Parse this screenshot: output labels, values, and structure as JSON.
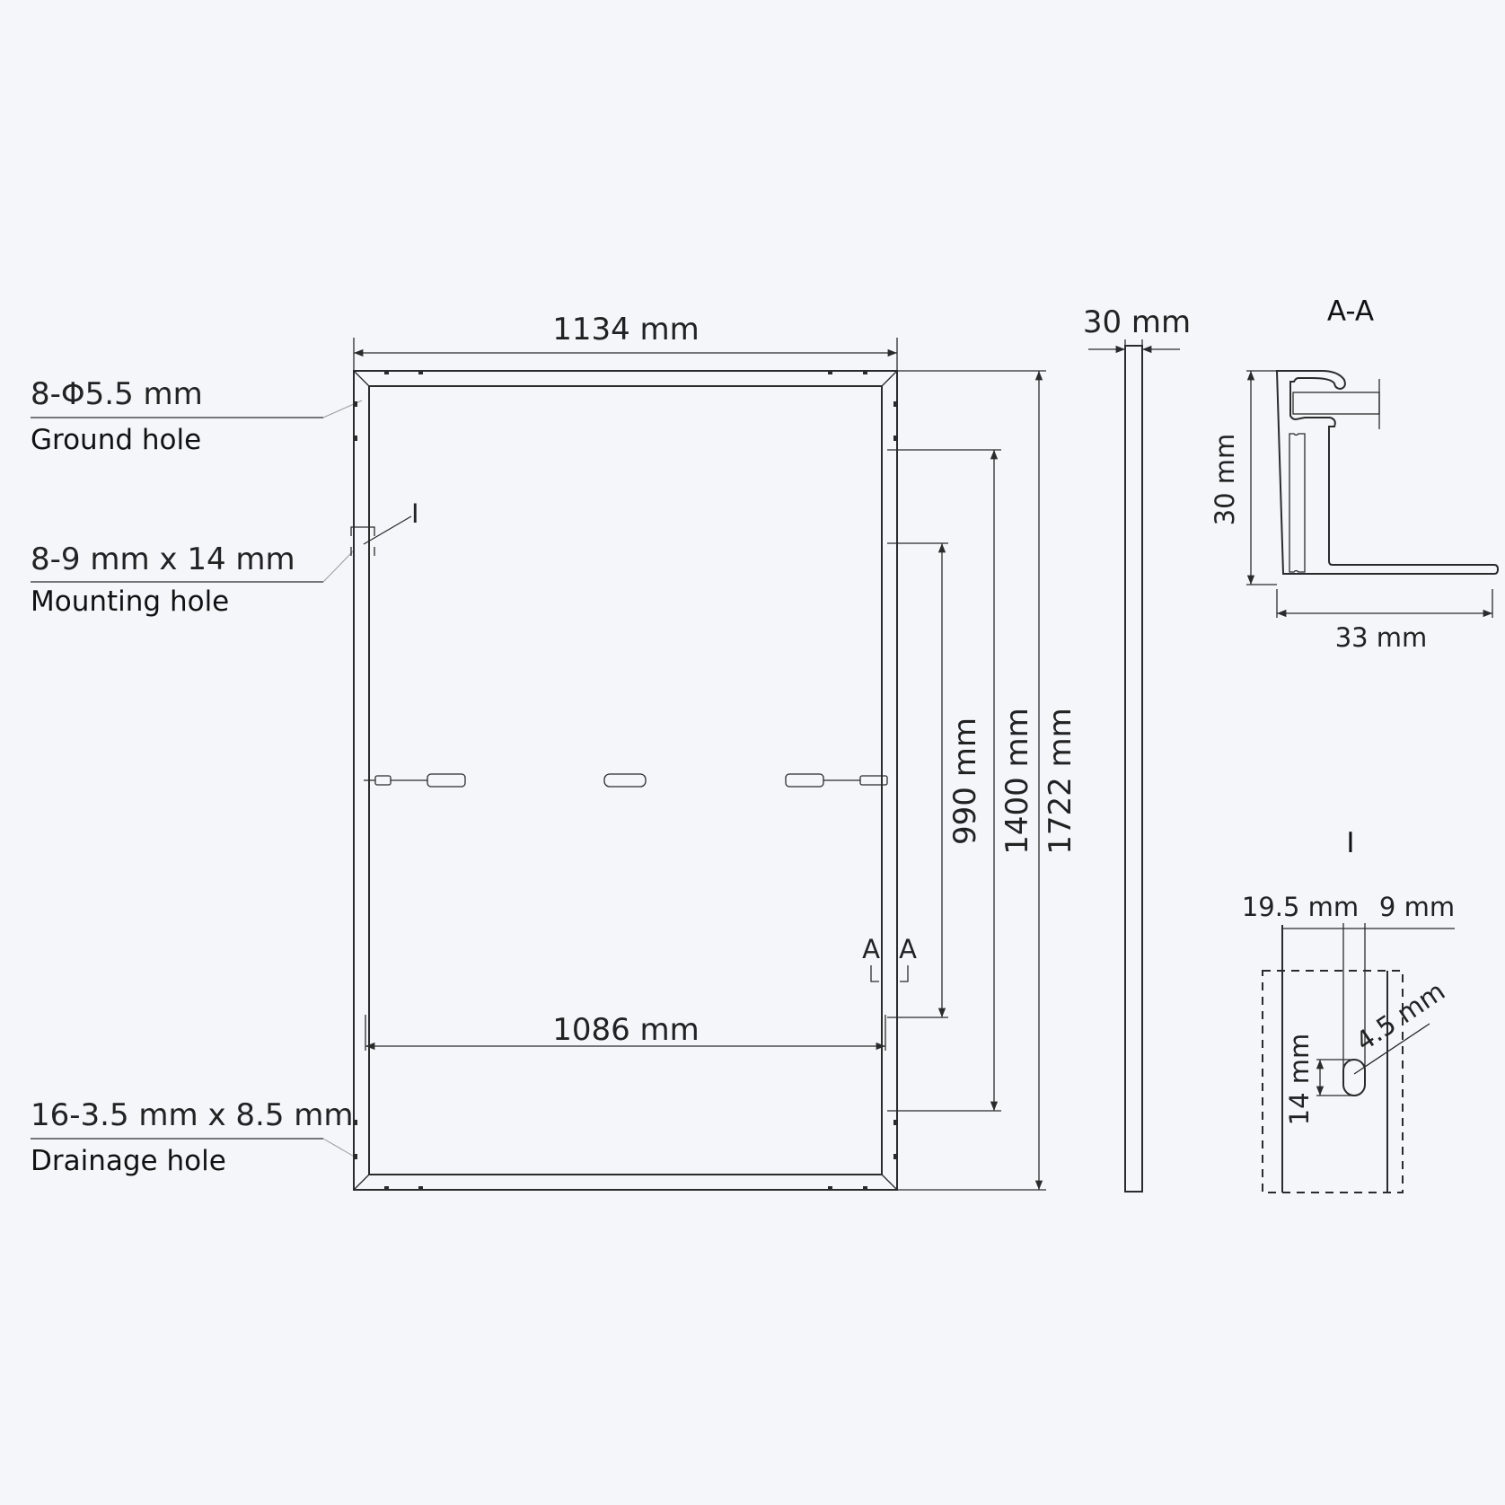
{
  "callouts": [
    {
      "spec": "8-Φ5.5 mm",
      "name": "Ground hole"
    },
    {
      "spec": "8-9 mm x 14 mm",
      "name": "Mounting hole"
    },
    {
      "spec": "16-3.5 mm x 8.5 mm",
      "name": "Drainage hole"
    }
  ],
  "front_view": {
    "width": "1134 mm",
    "inner_width": "1086 mm",
    "height": "1722 mm",
    "mount_spacing": "1400 mm",
    "mount_spacing_inner": "990 mm",
    "section_marker": "A",
    "detail_marker": "I"
  },
  "side_view": {
    "thickness": "30 mm"
  },
  "section_aa": {
    "title": "A-A",
    "height": "30 mm",
    "width": "33 mm"
  },
  "detail_i": {
    "title": "I",
    "offset": "19.5 mm",
    "slot_width": "9 mm",
    "slot_length": "14 mm",
    "radius": "4.5 mm"
  }
}
